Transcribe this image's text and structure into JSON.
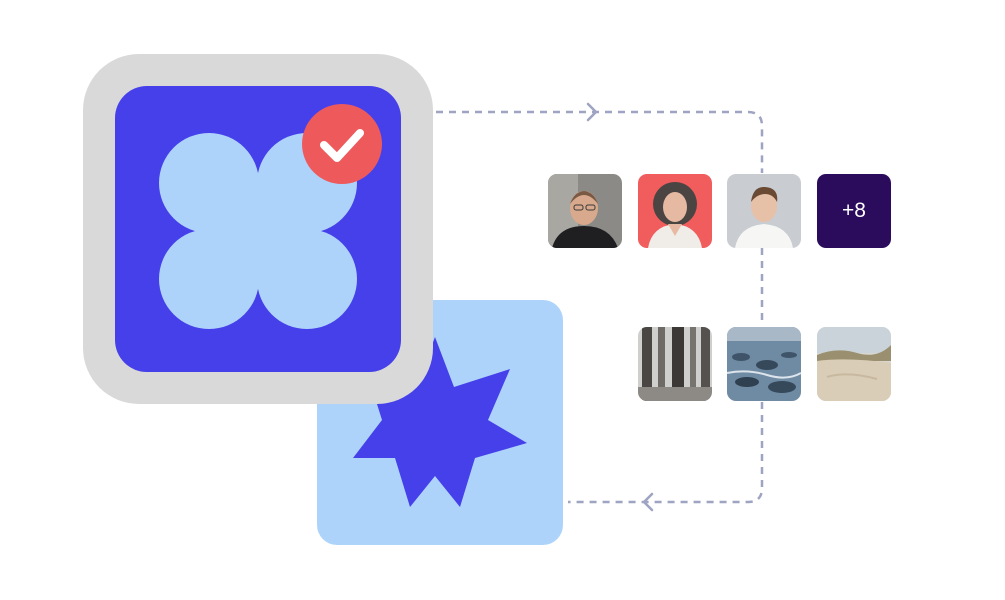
{
  "avatars": [
    {
      "name": "avatar-man-glasses",
      "bg": "#8c8a86"
    },
    {
      "name": "avatar-woman-curly-hair",
      "bg": "#f15d5d"
    },
    {
      "name": "avatar-young-man",
      "bg": "#c9ccd1"
    }
  ],
  "more_count": "+8",
  "photos": [
    {
      "name": "photo-forest-trees"
    },
    {
      "name": "photo-rocky-sea"
    },
    {
      "name": "photo-sand-dunes"
    }
  ],
  "colors": {
    "app_frame": "#d9d9d9",
    "app_tile": "#4540ea",
    "clover": "#aed3fb",
    "check_badge": "#ee5a5c",
    "star_card": "#aed3fb",
    "star": "#4540ea",
    "more_badge": "#2a0b5c",
    "connector": "#9ea4c2"
  }
}
